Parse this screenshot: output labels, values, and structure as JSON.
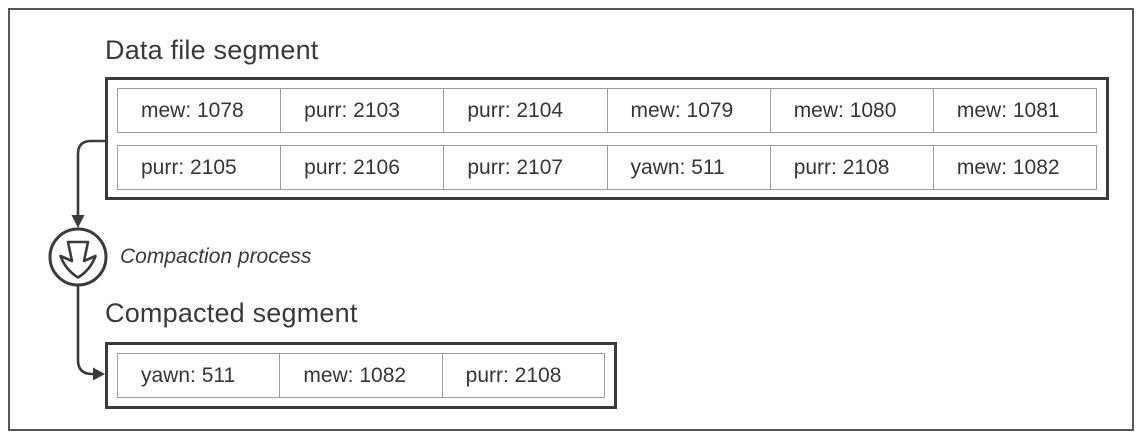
{
  "data_file": {
    "title": "Data file segment",
    "rows": [
      [
        "mew: 1078",
        "purr: 2103",
        "purr: 2104",
        "mew: 1079",
        "mew: 1080",
        "mew: 1081"
      ],
      [
        "purr: 2105",
        "purr: 2106",
        "purr: 2107",
        "yawn: 511",
        "purr: 2108",
        "mew: 1082"
      ]
    ]
  },
  "compaction": {
    "label": "Compaction process",
    "icon": "compress-down-arrow-icon"
  },
  "compacted": {
    "title": "Compacted segment",
    "rows": [
      [
        "yawn: 511",
        "mew: 1082",
        "purr: 2108"
      ]
    ]
  },
  "colors": {
    "stroke": "#3b3b3b",
    "cell_border": "#9c9c9c",
    "frame_border": "#565656",
    "text": "#363636",
    "background": "#ffffff"
  }
}
